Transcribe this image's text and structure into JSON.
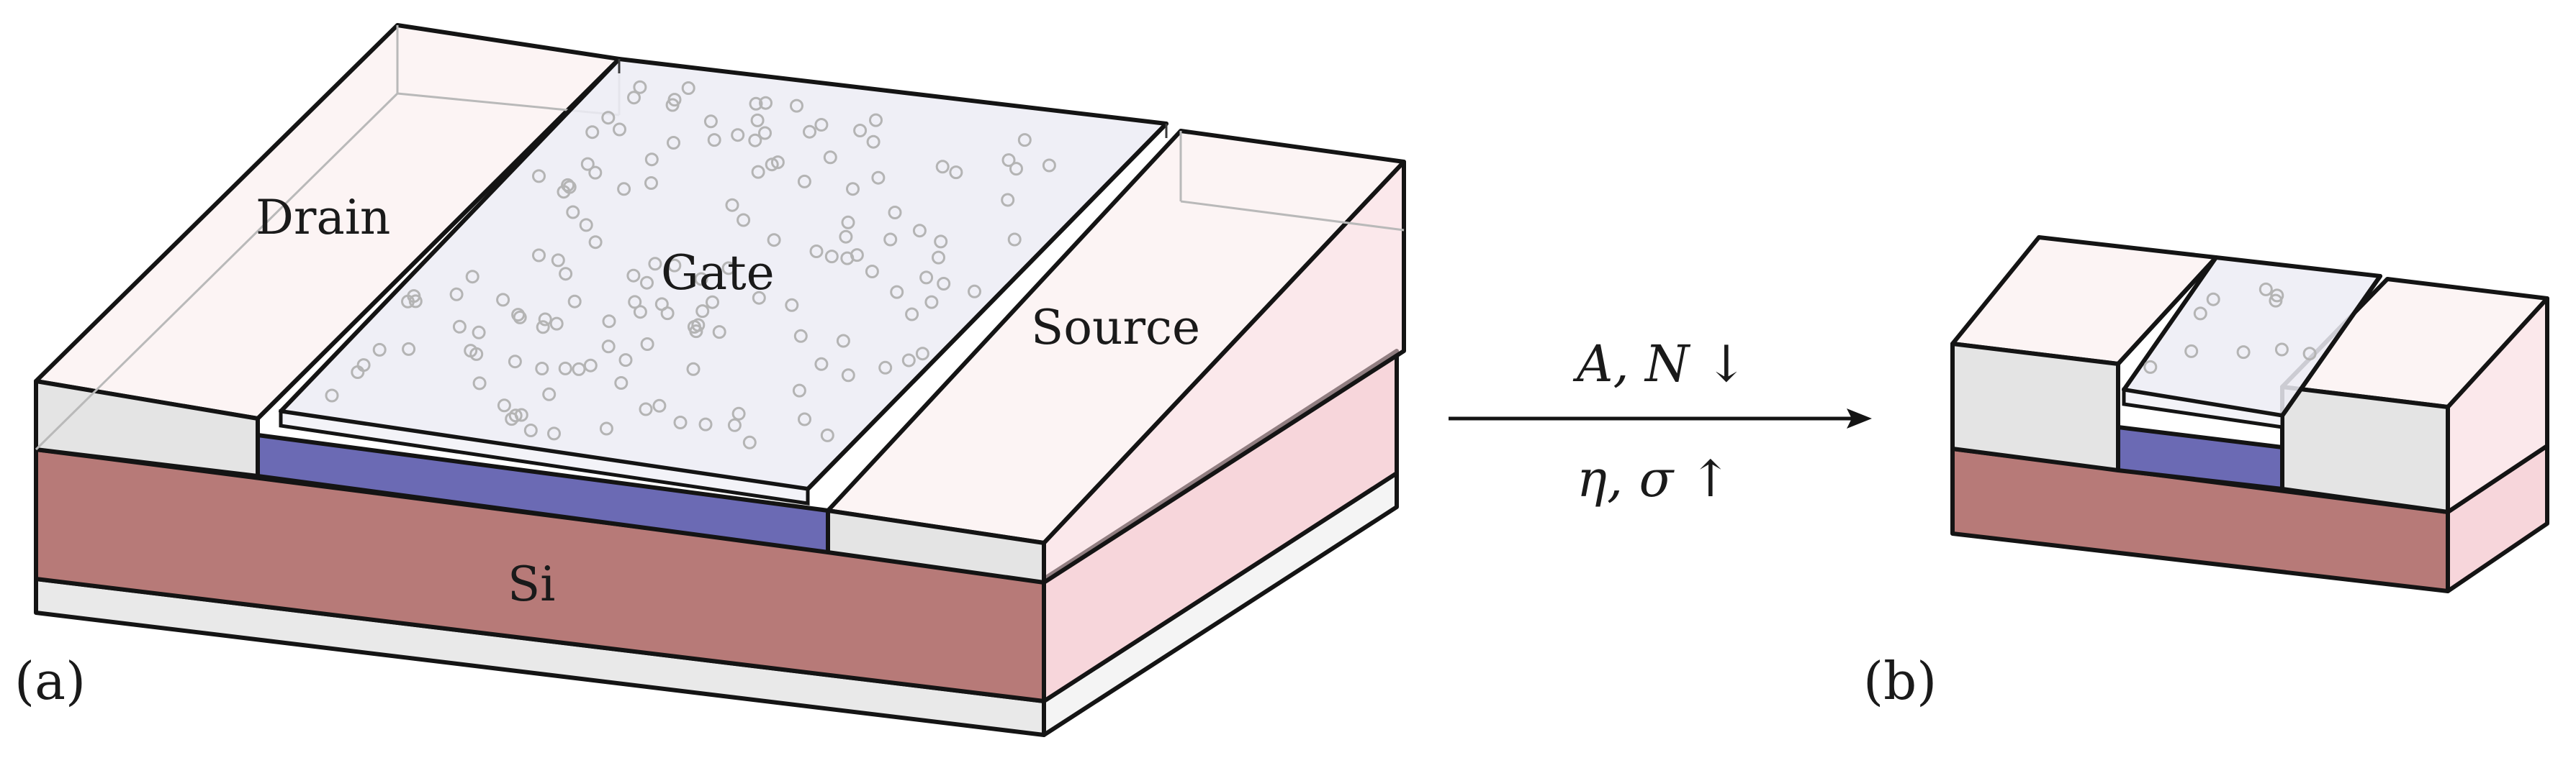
{
  "labels": {
    "drain": "Drain",
    "gate": "Gate",
    "source": "Source",
    "substrate": "Si",
    "panel_a": "(a)",
    "panel_b": "(b)"
  },
  "arrow": {
    "upper_text": "A, N ↓",
    "lower_text": "η, σ ↑"
  },
  "colors": {
    "silicon": "#b77a78",
    "silicon_side": "#f7d6db",
    "channel": "#6b6ab4",
    "gate_oxide": "#ececf4",
    "contact_front": "#e4e4e4",
    "contact_top": "#fcf4f4",
    "edge": "#141414"
  }
}
